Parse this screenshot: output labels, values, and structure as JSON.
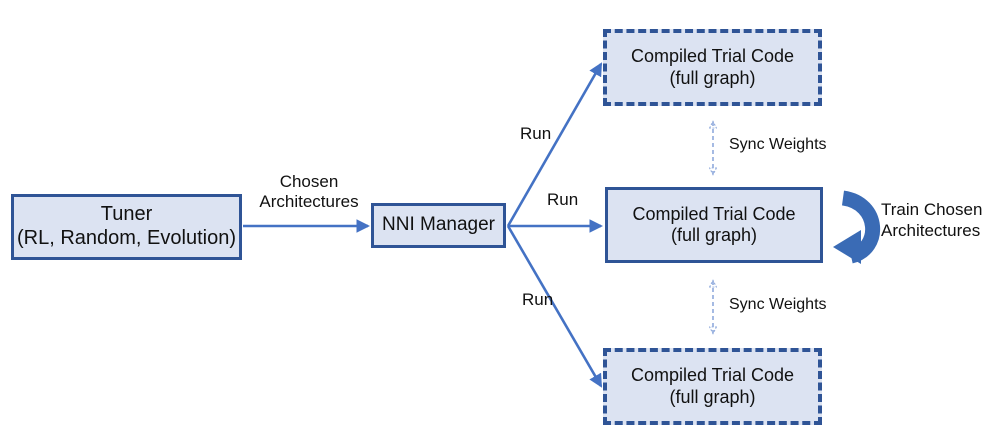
{
  "diagram": {
    "title": "NNI one-shot NAS architecture flow",
    "colors": {
      "node_fill": "#dce3f2",
      "node_border": "#2f5496",
      "arrow_blue": "#4472c4",
      "sync_arrow": "#8faadc",
      "train_arrow": "#3a6bb5",
      "text": "#111111",
      "background": "#ffffff"
    },
    "nodes": [
      {
        "id": "tuner",
        "line1": "Tuner",
        "line2": "(RL, Random, Evolution)",
        "border_style": "solid"
      },
      {
        "id": "nni-manager",
        "line1": "NNI Manager",
        "line2": "",
        "border_style": "solid"
      },
      {
        "id": "trial-top",
        "line1": "Compiled Trial Code",
        "line2": "(full graph)",
        "border_style": "dashed"
      },
      {
        "id": "trial-middle",
        "line1": "Compiled Trial Code",
        "line2": "(full graph)",
        "border_style": "solid"
      },
      {
        "id": "trial-bottom",
        "line1": "Compiled Trial Code",
        "line2": "(full graph)",
        "border_style": "dashed"
      }
    ],
    "edge_labels": {
      "chosen_architectures_line1": "Chosen",
      "chosen_architectures_line2": "Architectures",
      "run_top": "Run",
      "run_middle": "Run",
      "run_bottom": "Run",
      "sync_weights_top": "Sync Weights",
      "sync_weights_bottom": "Sync Weights",
      "train_chosen_line1": "Train Chosen",
      "train_chosen_line2": "Architectures"
    }
  }
}
